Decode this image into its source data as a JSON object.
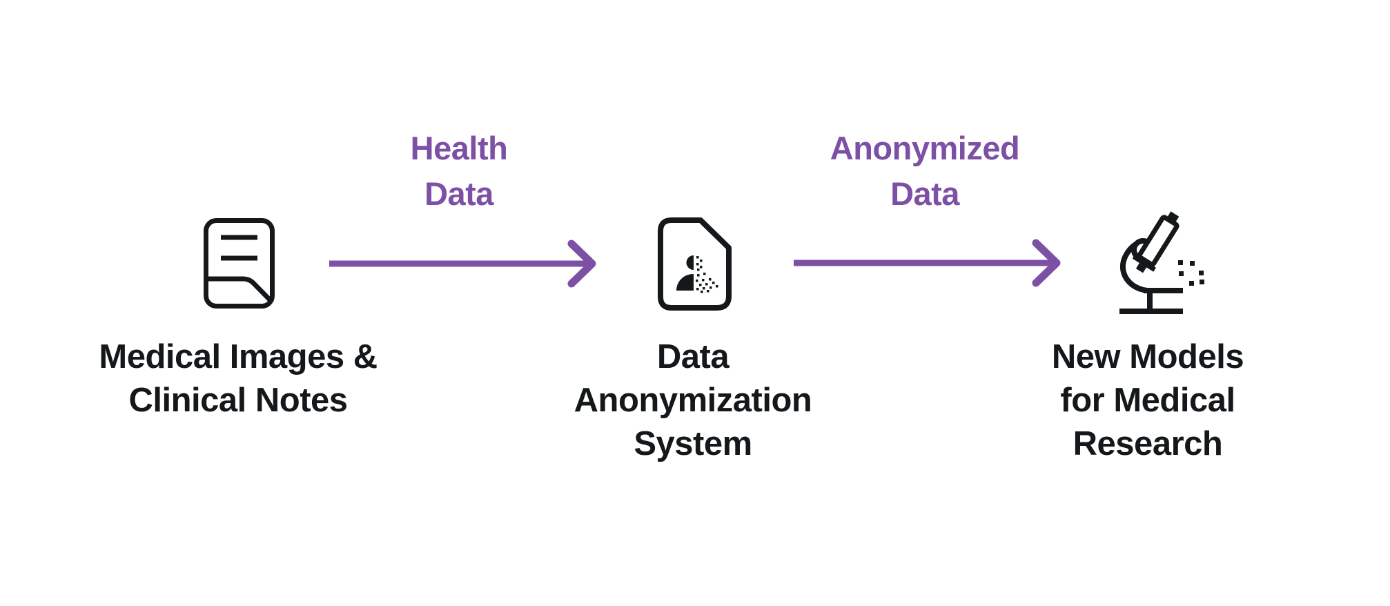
{
  "diagram": {
    "background": "#ffffff",
    "colors": {
      "accent": "#7C50A5",
      "ink": "#15181A"
    },
    "nodes": [
      {
        "icon": "clinical-notes-icon",
        "label": "Medical Images &\nClinical Notes"
      },
      {
        "icon": "anonymized-file-icon",
        "label": "Data\nAnonymization\nSystem"
      },
      {
        "icon": "microscope-icon",
        "label": "New Models\nfor Medical\nResearch"
      }
    ],
    "arrows": [
      {
        "label": "Health\nData",
        "direction": "right"
      },
      {
        "label": "Anonymized\nData",
        "direction": "right"
      }
    ]
  }
}
